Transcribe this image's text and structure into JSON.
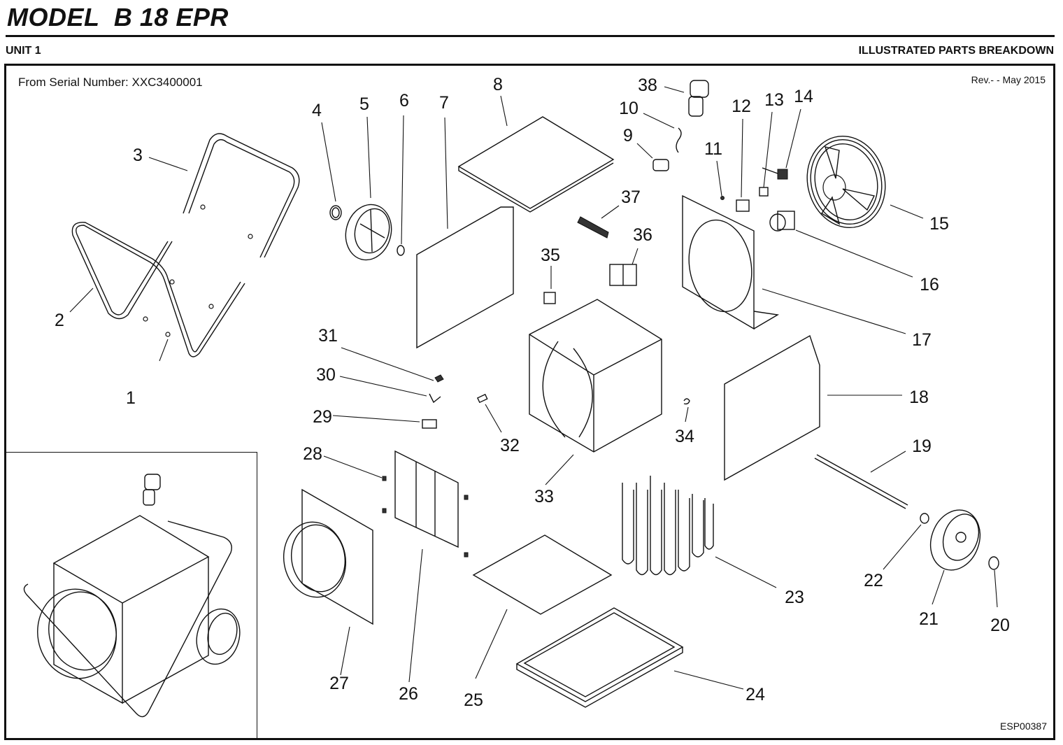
{
  "header": {
    "model_title": "MODEL  B 18 EPR",
    "unit": "UNIT 1",
    "section": "ILLUSTRATED PARTS BREAKDOWN"
  },
  "sheet": {
    "serial_note": "From Serial Number: XXC3400001",
    "revision": "Rev.- - May 2015",
    "document_number": "ESP00387"
  },
  "callouts": [
    "1",
    "2",
    "3",
    "4",
    "5",
    "6",
    "7",
    "8",
    "9",
    "10",
    "11",
    "12",
    "13",
    "14",
    "15",
    "16",
    "17",
    "18",
    "19",
    "20",
    "21",
    "22",
    "23",
    "24",
    "25",
    "26",
    "27",
    "28",
    "29",
    "30",
    "31",
    "32",
    "33",
    "34",
    "35",
    "36",
    "37",
    "38"
  ],
  "parts": [
    {
      "number": "1",
      "depicts": "washer"
    },
    {
      "number": "2",
      "depicts": "frame-lower"
    },
    {
      "number": "3",
      "depicts": "handle"
    },
    {
      "number": "4",
      "depicts": "cap"
    },
    {
      "number": "5",
      "depicts": "wheel"
    },
    {
      "number": "6",
      "depicts": "washer"
    },
    {
      "number": "7",
      "depicts": "side-panel"
    },
    {
      "number": "8",
      "depicts": "top-cover"
    },
    {
      "number": "9",
      "depicts": "cable-gland"
    },
    {
      "number": "10",
      "depicts": "cable"
    },
    {
      "number": "11",
      "depicts": "nut"
    },
    {
      "number": "12",
      "depicts": "switch"
    },
    {
      "number": "13",
      "depicts": "knob"
    },
    {
      "number": "14",
      "depicts": "thermostat"
    },
    {
      "number": "15",
      "depicts": "fan-assembly"
    },
    {
      "number": "16",
      "depicts": "capacitor"
    },
    {
      "number": "17",
      "depicts": "fan-plate"
    },
    {
      "number": "18",
      "depicts": "side-panel"
    },
    {
      "number": "19",
      "depicts": "axle"
    },
    {
      "number": "20",
      "depicts": "cap"
    },
    {
      "number": "21",
      "depicts": "wheel"
    },
    {
      "number": "22",
      "depicts": "washer"
    },
    {
      "number": "23",
      "depicts": "heating-elements"
    },
    {
      "number": "24",
      "depicts": "base-frame"
    },
    {
      "number": "25",
      "depicts": "bottom-plate"
    },
    {
      "number": "26",
      "depicts": "grille"
    },
    {
      "number": "27",
      "depicts": "outlet-cowl"
    },
    {
      "number": "28",
      "depicts": "clip"
    },
    {
      "number": "29",
      "depicts": "bracket"
    },
    {
      "number": "30",
      "depicts": "bracket"
    },
    {
      "number": "31",
      "depicts": "clip"
    },
    {
      "number": "32",
      "depicts": "clip"
    },
    {
      "number": "33",
      "depicts": "main-housing"
    },
    {
      "number": "34",
      "depicts": "clip"
    },
    {
      "number": "35",
      "depicts": "relay"
    },
    {
      "number": "36",
      "depicts": "contactor"
    },
    {
      "number": "37",
      "depicts": "terminal-block"
    },
    {
      "number": "38",
      "depicts": "plug"
    }
  ]
}
